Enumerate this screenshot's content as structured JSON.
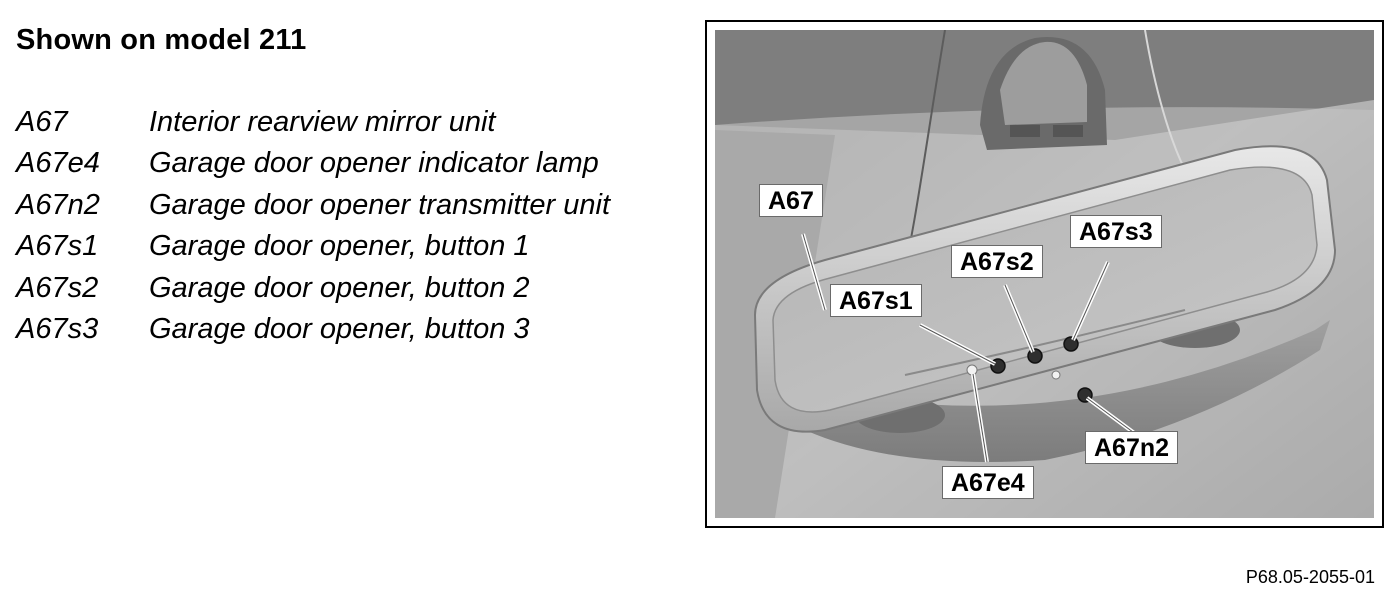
{
  "title": "Shown on model 211",
  "legend": [
    {
      "code": "A67",
      "desc": "Interior rearview mirror unit"
    },
    {
      "code": "A67e4",
      "desc": "Garage door opener indicator lamp"
    },
    {
      "code": "A67n2",
      "desc": "Garage door opener transmitter unit"
    },
    {
      "code": "A67s1",
      "desc": "Garage door opener, button 1"
    },
    {
      "code": "A67s2",
      "desc": "Garage door opener, button 2"
    },
    {
      "code": "A67s3",
      "desc": "Garage door opener, button 3"
    }
  ],
  "callouts": {
    "a67": "A67",
    "a67s1": "A67s1",
    "a67s2": "A67s2",
    "a67s3": "A67s3",
    "a67n2": "A67n2",
    "a67e4": "A67e4"
  },
  "reference": "P68.05-2055-01"
}
